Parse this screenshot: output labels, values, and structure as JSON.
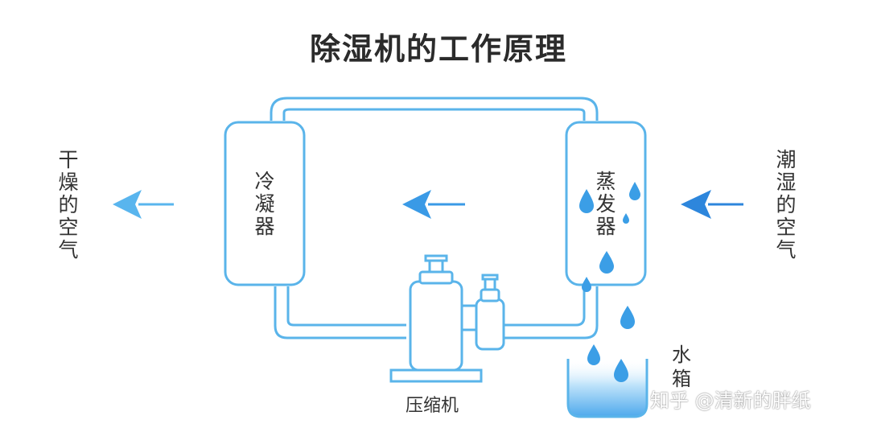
{
  "title": "除湿机的工作原理",
  "labels": {
    "dry_air": "干燥的空气",
    "humid_air": "潮湿的空气",
    "condenser": "冷凝器",
    "evaporator": "蒸发器",
    "compressor": "压缩机",
    "water_tank": "水箱"
  },
  "watermark": "知乎 @清新的胖纸",
  "colors": {
    "pipe": "#5ab4ea",
    "arrow_light": "#59b5ee",
    "arrow_mid": "#3a9ae6",
    "arrow_dark": "#2d86dc",
    "drop": "#3b9ee6",
    "water": "#7cc4f4",
    "text": "#333333"
  },
  "icons": {
    "arrows": "arrow-left-icon",
    "drops": "water-drop-icon"
  }
}
